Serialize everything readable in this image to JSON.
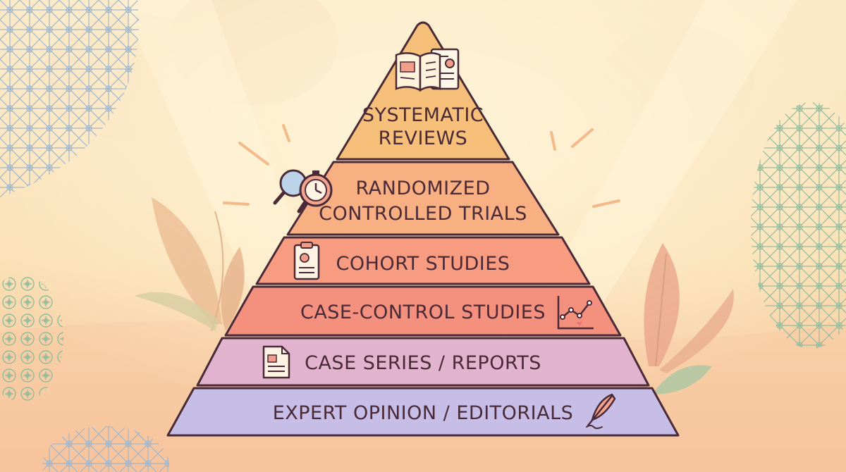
{
  "diagram": {
    "tiers": [
      {
        "id": "systematic-reviews",
        "lines": [
          "SYSTEMATIC",
          "REVIEWS"
        ],
        "color": "#f6c07a",
        "icon": "open-book-report-icon"
      },
      {
        "id": "randomized-controlled-trials",
        "lines": [
          "RANDOMIZED",
          "CONTROLLED TRIALS"
        ],
        "color": "#f8b083",
        "icon": "magnifier-stopwatch-icon"
      },
      {
        "id": "cohort-studies",
        "lines": [
          "COHORT STUDIES"
        ],
        "color": "#f79c80",
        "icon": "clipboard-chart-icon"
      },
      {
        "id": "case-control-studies",
        "lines": [
          "CASE-CONTROL STUDIES"
        ],
        "color": "#f4907e",
        "icon": "line-graph-icon"
      },
      {
        "id": "case-series-reports",
        "lines": [
          "CASE SERIES / REPORTS"
        ],
        "color": "#e2b3ce",
        "icon": "document-icon"
      },
      {
        "id": "expert-opinion-editorials",
        "lines": [
          "EXPERT OPINION / EDITORIALS"
        ],
        "color": "#c7bee8",
        "icon": "feather-quill-icon"
      }
    ],
    "colors": {
      "outline": "#4a2a37",
      "text": "#4a2a37",
      "background_top": "#fbe7c0",
      "background_bottom": "#f5bd96",
      "pattern_blue": "#9cb4cc",
      "pattern_green": "#8fbb9c",
      "leaf": "#e7b58b"
    }
  }
}
